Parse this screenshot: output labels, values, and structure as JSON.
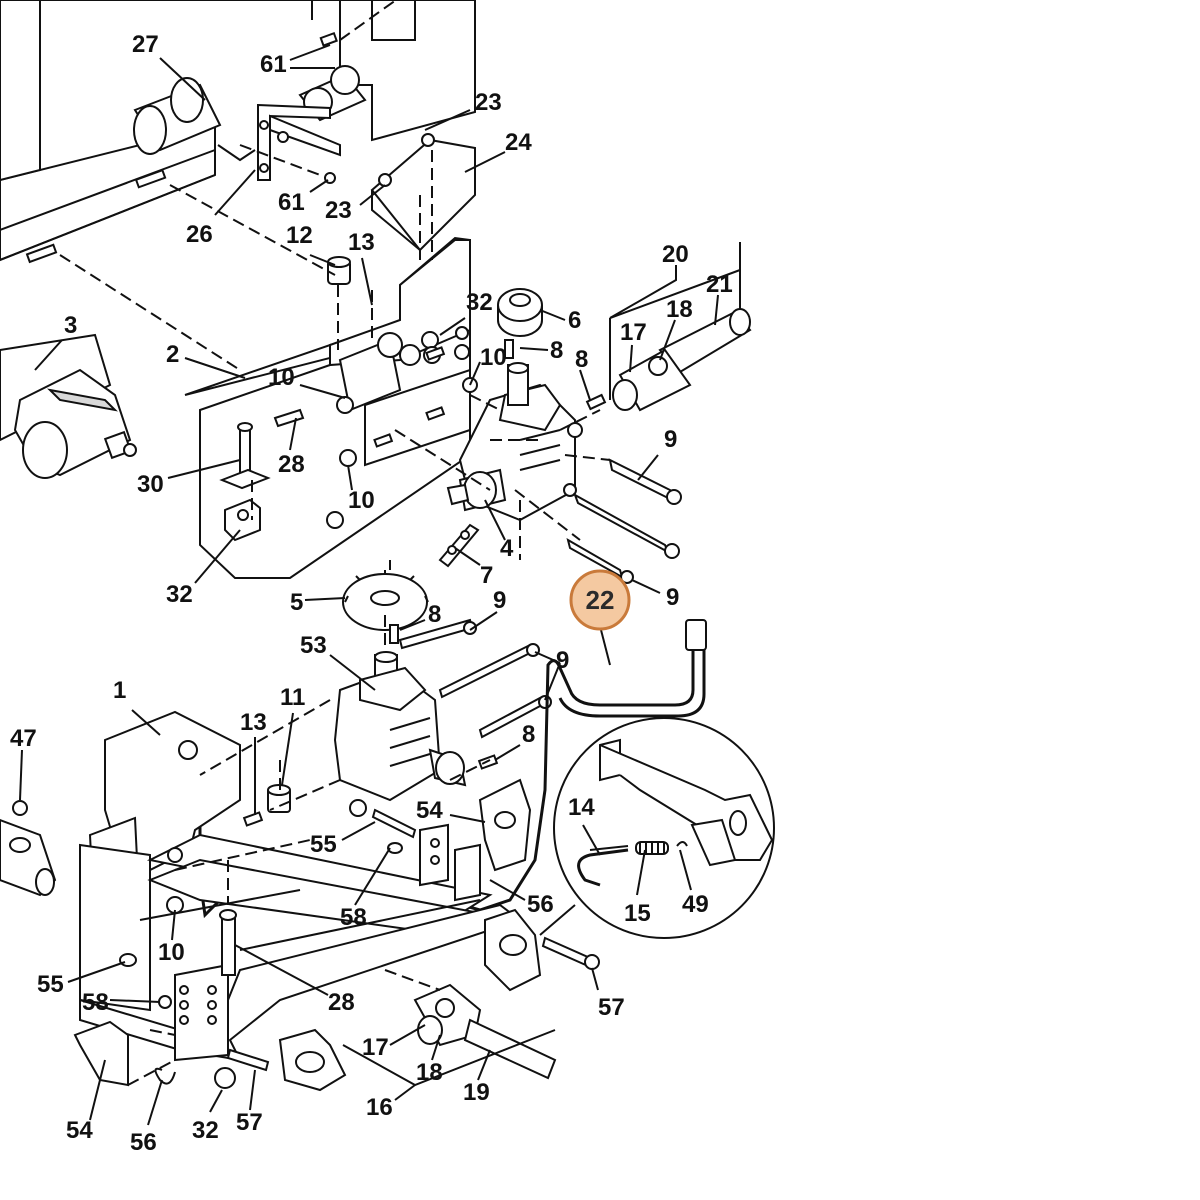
{
  "diagram": {
    "highlight": {
      "label": "22",
      "color": "#f4c9a1",
      "border": "#c97a3a"
    },
    "callouts": [
      "27",
      "61",
      "61",
      "23",
      "23",
      "24",
      "26",
      "12",
      "13",
      "20",
      "21",
      "18",
      "17",
      "32",
      "6",
      "8",
      "8",
      "3",
      "2",
      "10",
      "10",
      "10",
      "28",
      "30",
      "32",
      "9",
      "9",
      "4",
      "7",
      "5",
      "8",
      "9",
      "9",
      "53",
      "11",
      "13",
      "1",
      "47",
      "8",
      "14",
      "15",
      "49",
      "54",
      "55",
      "58",
      "56",
      "57",
      "55",
      "58",
      "10",
      "28",
      "54",
      "56",
      "32",
      "57",
      "17",
      "18",
      "19",
      "16"
    ]
  }
}
